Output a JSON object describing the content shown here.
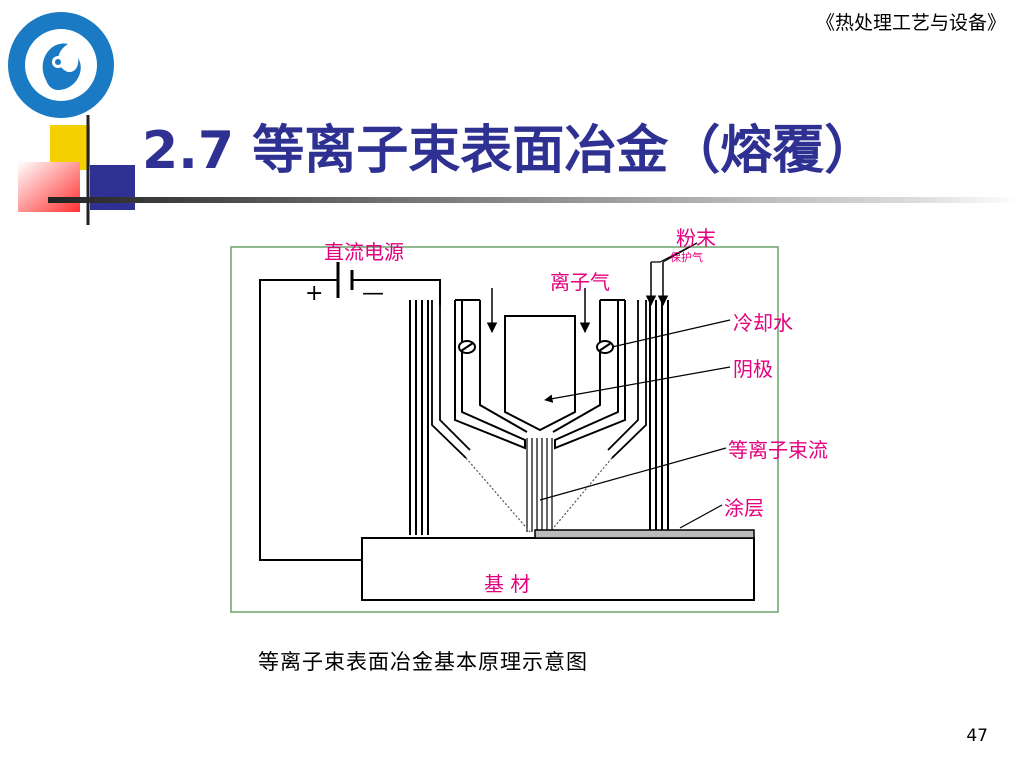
{
  "header": {
    "course": "《热处理工艺与设备》"
  },
  "title": "2.7  等离子束表面冶金（熔覆）",
  "diagram": {
    "labels": {
      "dc_power": "直流电源",
      "powder": "粉末",
      "shield_gas": "保护气",
      "ion_gas": "离子气",
      "cooling_water": "冷却水",
      "cathode": "阴极",
      "plasma_beam": "等离子束流",
      "coating": "涂层",
      "substrate": "基 材",
      "plus": "+",
      "minus": "—"
    },
    "label_color": "#e4007f"
  },
  "caption": "等离子束表面冶金基本原理示意图",
  "page_number": "47",
  "colors": {
    "title": "#2e3192",
    "label": "#e4007f"
  }
}
